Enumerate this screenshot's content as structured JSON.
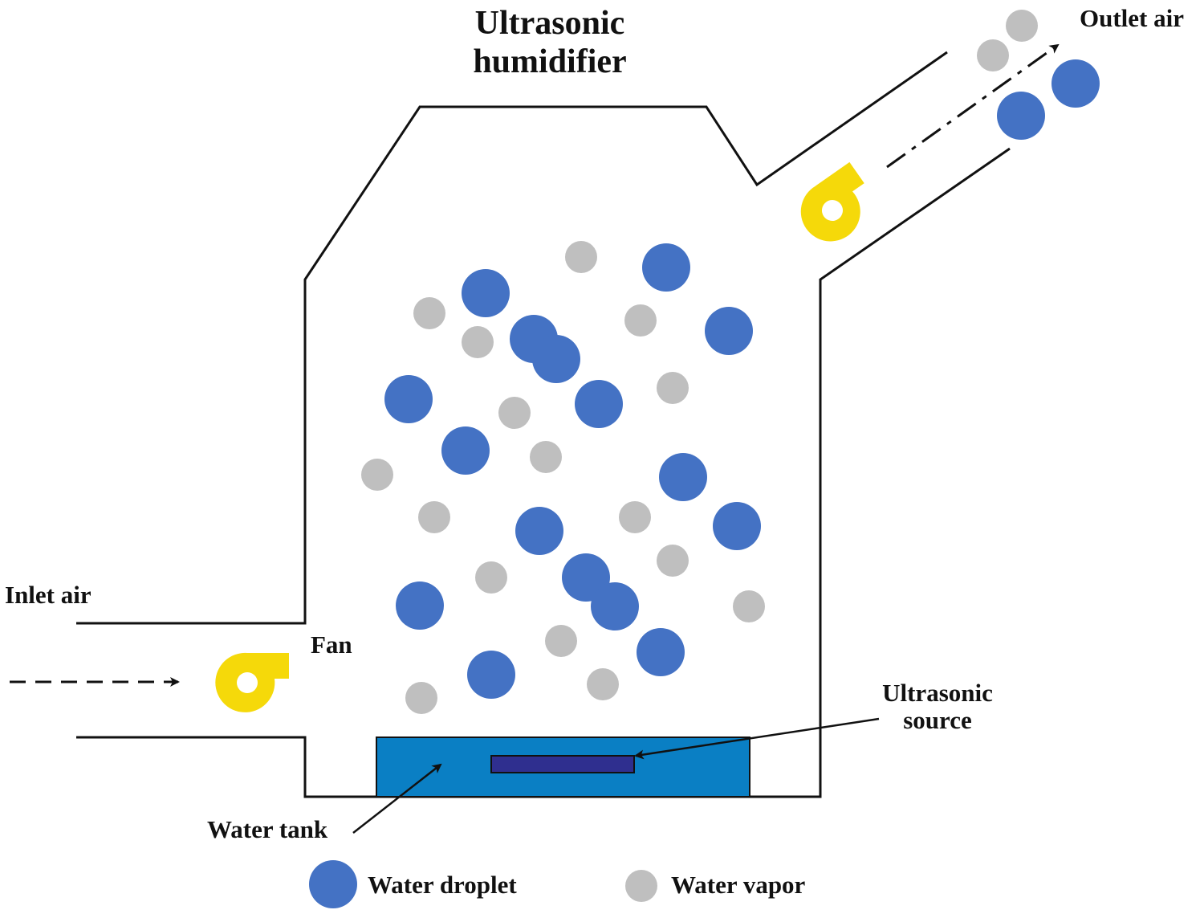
{
  "title": {
    "line1": "Ultrasonic",
    "line2": "humidifier"
  },
  "labels": {
    "inlet_air": "Inlet air",
    "outlet_air": "Outlet air",
    "fan": "Fan",
    "ultrasonic_source_line1": "Ultrasonic",
    "ultrasonic_source_line2": "source",
    "water_tank": "Water tank"
  },
  "legend": {
    "droplet_label": "Water droplet",
    "vapor_label": "Water vapor"
  },
  "colors": {
    "outline": "#111111",
    "droplet": "#4472c4",
    "vapor": "#bfbfbf",
    "fan": "#f5d90a",
    "water_tank": "#0a7fc4",
    "ultrasonic_source": "#2f2f8f"
  },
  "icons": [
    "fan-icon",
    "water-droplet-icon",
    "water-vapor-icon",
    "arrow-icon"
  ]
}
